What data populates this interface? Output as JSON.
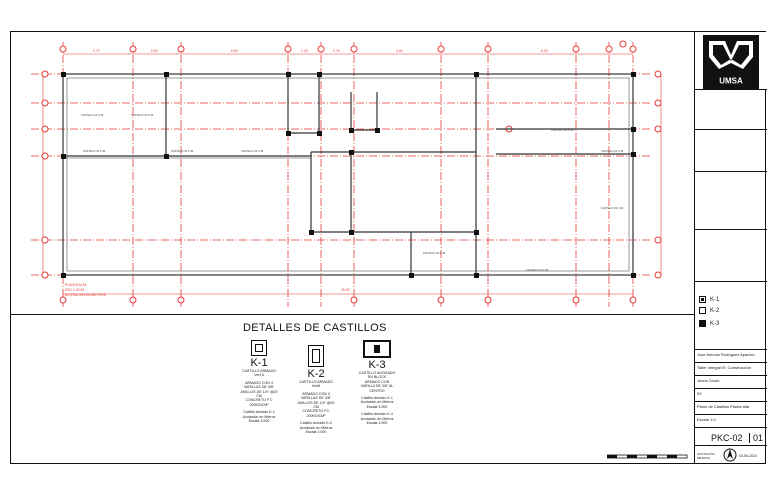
{
  "institution": "UMSA",
  "details": {
    "title": "DETALLES DE CASTILLOS",
    "k1": {
      "label": "K-1",
      "line1": "CASTILLO ARMADO",
      "line2": "Vert 6",
      "line3": "ARMADO CON 4",
      "line4": "VARILLAS DE 3/8\"",
      "line5": "ANILLOS DE 1/4\" @20",
      "line6": "CM",
      "line7": "CONCRETO F'C",
      "line8": "200KG/CM²",
      "line9": "Castillo Armado K-1",
      "line10": "Acotación en Metros",
      "line11": "Escala 1:000"
    },
    "k2": {
      "label": "K-2",
      "line1": "CASTILLO ARMADO",
      "line2": "Vert6",
      "line3": "ARMADO CON 4",
      "line4": "VARILLAS DE 3/8\"",
      "line5": "ANILLOS DE 1/4\" @20",
      "line6": "CM",
      "line7": "CONCRETO F'C",
      "line8": "200KG/CM²",
      "line9": "Castillo Armado K-2",
      "line10": "Acotación en Metros",
      "line11": "Escala 1:000"
    },
    "k3": {
      "label": "K-3",
      "line1": "CASTILLO AHOGADO",
      "line2": "EN BLOCK",
      "line3": "ARMADO CON",
      "line4": "VARILLA DE 3/8\" AL",
      "line5": "CENTRO",
      "line6": "Castillo Armado K-1",
      "line7": "Acotación en Metros",
      "line8": "Escala 1:000",
      "line9": "Castillo Armado K-3",
      "line10": "Acotación en Metros",
      "line11": "Escala 1:000"
    }
  },
  "legend": {
    "k1": "K-1",
    "k2": "K-2",
    "k3": "K-3"
  },
  "titleblock": {
    "author": "Jose Antonio Rodriguez Aparicio",
    "subject": "Taller Integral III: Construcción",
    "tutor": "Jesús Orcón",
    "group": "03",
    "sheet_name": "Plano de Castillos Planta alta",
    "scale": "Escala 1:0",
    "sheet_code": "PKC-02",
    "sheet_number": "01",
    "date": "03-06-2024",
    "units": "ACOTACIÓN METROS"
  },
  "plan": {
    "dims_top": [
      "0.70",
      "0.90",
      "6.50",
      "1.40",
      "0.76",
      "3.60",
      "6.00"
    ],
    "dim_bottom": "25.00",
    "note_line1": "PLANTA ALTA",
    "note_line2": "ESC 1:20.00",
    "note_line3": "ACOTACIÓN EN METROS",
    "label_a": "CASTILLO 10 X 30",
    "label_b": "CASTILLO 10 X 20",
    "label_c": "CASTILLO 20 X 20"
  }
}
